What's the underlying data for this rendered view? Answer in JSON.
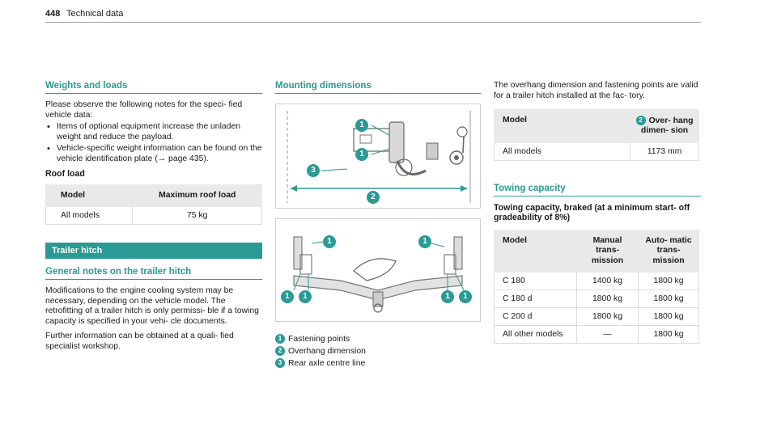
{
  "header": {
    "page_number": "448",
    "title": "Technical data"
  },
  "weights": {
    "heading": "Weights and loads",
    "intro": "Please observe the following notes for the speci- fied vehicle data:",
    "bullets": [
      "Items of optional equipment increase the unladen weight and reduce the payload.",
      "Vehicle-specific weight information can be found on the vehicle identification plate (→ page 435)."
    ],
    "roof_load": {
      "title": "Roof load",
      "col_model": "Model",
      "col_max": "Maximum roof load",
      "rows": [
        {
          "model": "All models",
          "value": "75 kg"
        }
      ]
    }
  },
  "trailer_hitch": {
    "bar_title": "Trailer hitch",
    "general_heading": "General notes on the trailer hitch",
    "para1": "Modifications to the engine cooling system may be necessary, depending on the vehicle model. The retrofitting of a trailer hitch is only permissi- ble if a towing capacity is specified in your vehi- cle documents.",
    "para2": "Further information can be obtained at a quali- fied specialist workshop."
  },
  "mounting": {
    "heading": "Mounting dimensions",
    "legend": [
      {
        "num": "1",
        "text": "Fastening points"
      },
      {
        "num": "2",
        "text": "Overhang dimension"
      },
      {
        "num": "3",
        "text": "Rear axle centre line"
      }
    ],
    "fig1_callouts": [
      "1",
      "1",
      "3",
      "2"
    ],
    "fig2_callouts": [
      "1",
      "1",
      "1",
      "1",
      "1",
      "1"
    ]
  },
  "overhang": {
    "intro": "The overhang dimension and fastening points are valid for a trailer hitch installed at the fac- tory.",
    "col_model": "Model",
    "col_num": "2",
    "col_dim": "Over- hang dimen- sion",
    "rows": [
      {
        "model": "All models",
        "value": "1173 mm"
      }
    ]
  },
  "towing": {
    "heading": "Towing capacity",
    "subheading": "Towing capacity, braked (at a minimum start- off gradeability of 8%)",
    "col_model": "Model",
    "col_manual": "Manual trans- mission",
    "col_auto": "Auto- matic trans- mission",
    "rows": [
      {
        "model": "C 180",
        "manual": "1400 kg",
        "auto": "1800 kg"
      },
      {
        "model": "C 180 d",
        "manual": "1800 kg",
        "auto": "1800 kg"
      },
      {
        "model": "C 200 d",
        "manual": "1800 kg",
        "auto": "1800 kg"
      },
      {
        "model": "All other models",
        "manual": "—",
        "auto": "1800 kg"
      }
    ]
  },
  "colors": {
    "accent": "#2a9a94",
    "table_header": "#e9e9e9",
    "text": "#1a1a1a"
  }
}
